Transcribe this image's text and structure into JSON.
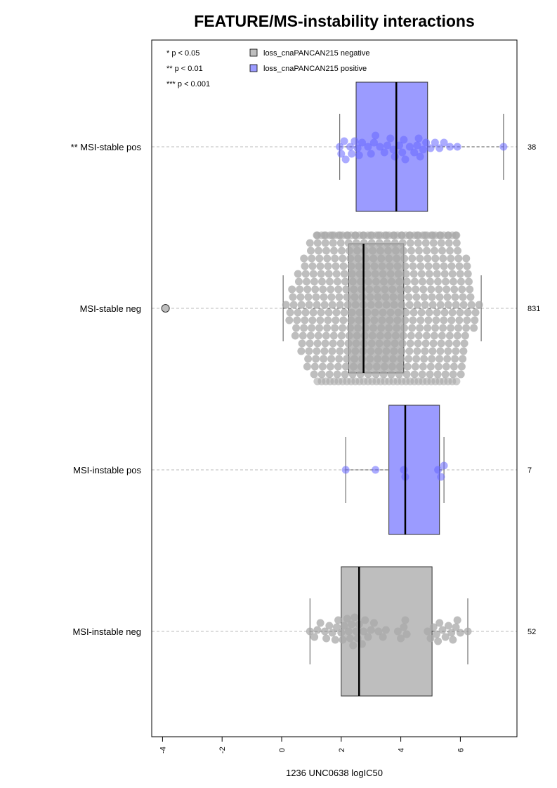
{
  "chart_data": {
    "type": "boxplot-beeswarm",
    "orientation": "horizontal",
    "title": "FEATURE/MS-instability interactions",
    "xlabel": "1236 UNC0638 logIC50",
    "xlim": [
      -4.2,
      7.9
    ],
    "x_ticks": [
      -4,
      -2,
      0,
      2,
      4,
      6
    ],
    "x_tick_labels": [
      "-4",
      "-2",
      "0",
      "2",
      "4",
      "6"
    ],
    "grid": "dashed horizontal line through each group",
    "significance_legend": [
      "* p < 0.05",
      "** p < 0.01",
      "*** p < 0.001"
    ],
    "legend": [
      {
        "label": "loss_cnaPANCAN215 negative",
        "color": "#bebebe"
      },
      {
        "label": "loss_cnaPANCAN215 positive",
        "color": "#9b9bff"
      }
    ],
    "colors": {
      "negative_box": "#bebebe",
      "positive_box": "#9b9bff",
      "negative_point": "#a8a8a8",
      "positive_point": "#6666ff",
      "outlier": "#bebebe"
    },
    "groups": [
      {
        "label": "** MSI-stable pos",
        "status": "positive",
        "n": "38",
        "q1": 2.5,
        "median": 3.85,
        "q3": 4.9,
        "whisker_low": 1.95,
        "whisker_high": 7.45,
        "outliers": [],
        "points": [
          1.95,
          2.1,
          2.15,
          2.3,
          2.45,
          2.55,
          2.7,
          2.9,
          3.0,
          3.15,
          3.3,
          3.45,
          3.55,
          3.65,
          3.75,
          3.8,
          3.95,
          4.05,
          4.15,
          4.3,
          4.45,
          4.55,
          4.65,
          4.75,
          4.85,
          5.0,
          5.3,
          5.45,
          5.65,
          5.9,
          2.0,
          2.35,
          2.6,
          3.1,
          4.1,
          4.6,
          5.15,
          7.45
        ]
      },
      {
        "label": "MSI-stable neg",
        "status": "negative",
        "n": "831",
        "q1": 2.25,
        "median": 2.75,
        "q3": 4.1,
        "whisker_low": 0.05,
        "whisker_high": 6.7,
        "outliers": [
          -3.9
        ],
        "points_range": [
          0.05,
          6.7
        ]
      },
      {
        "label": "MSI-instable pos",
        "status": "positive",
        "n": "7",
        "q1": 3.6,
        "median": 4.15,
        "q3": 5.3,
        "whisker_low": 2.15,
        "whisker_high": 5.45,
        "outliers": [],
        "points": [
          2.15,
          3.15,
          4.1,
          4.15,
          5.25,
          5.35,
          5.45
        ]
      },
      {
        "label": "MSI-instable neg",
        "status": "negative",
        "n": "52",
        "q1": 2.0,
        "median": 2.6,
        "q3": 5.05,
        "whisker_low": 0.95,
        "whisker_high": 6.25,
        "outliers": [],
        "points": [
          0.95,
          1.1,
          1.2,
          1.3,
          1.45,
          1.5,
          1.6,
          1.7,
          1.8,
          1.85,
          1.9,
          2.0,
          2.05,
          2.1,
          2.2,
          2.25,
          2.3,
          2.35,
          2.4,
          2.45,
          2.5,
          2.55,
          2.6,
          2.7,
          2.75,
          2.8,
          2.9,
          3.0,
          3.1,
          3.25,
          3.4,
          3.5,
          3.9,
          4.0,
          4.1,
          4.15,
          4.2,
          4.9,
          5.0,
          5.1,
          5.2,
          5.25,
          5.3,
          5.4,
          5.5,
          5.6,
          5.7,
          5.75,
          5.85,
          5.9,
          6.0,
          6.25
        ]
      }
    ]
  }
}
